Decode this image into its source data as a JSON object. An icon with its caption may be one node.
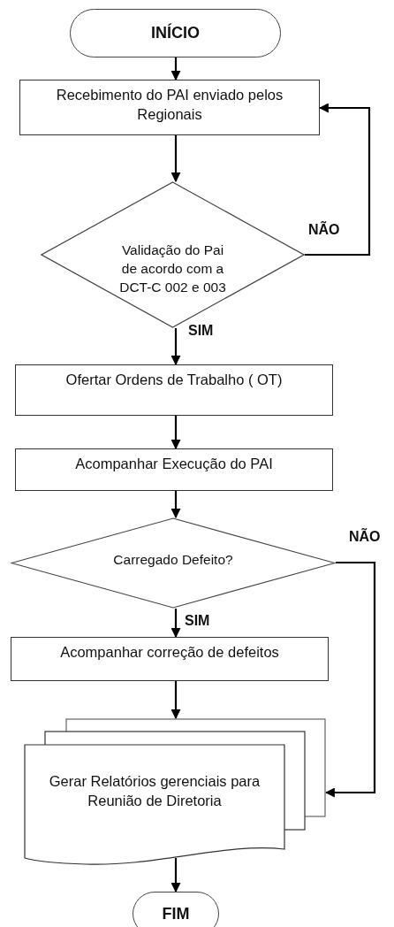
{
  "diagram": {
    "nodes": [
      {
        "text": [
          "INÍCIO"
        ]
      },
      {
        "text": [
          "Recebimento do PAI enviado pelos Regionais"
        ]
      },
      {
        "text": [
          "Validação do Pai de acordo com a DCT-C 002 e 003"
        ]
      },
      {
        "text": [
          "Ofertar Ordens de Trabalho ( OT)"
        ]
      },
      {
        "text": [
          "Acompanhar Execução do PAI"
        ]
      },
      {
        "text": [
          "Carregado Defeito?"
        ]
      },
      {
        "text": [
          "Acompanhar correção de defeitos"
        ]
      },
      {
        "text": [
          "Gerar Relatórios gerenciais para Reunião de Diretoria"
        ]
      },
      {
        "text": [
          "FIM"
        ]
      }
    ],
    "edges": [
      {
        "from": 0,
        "to": 1,
        "arrow": "to"
      },
      {
        "from": 1,
        "to": 2,
        "arrow": "to"
      },
      {
        "from": 2,
        "to": 1,
        "arrow": "to",
        "label": "NÃO"
      },
      {
        "from": 2,
        "to": 3,
        "arrow": "to",
        "label": "SIM"
      },
      {
        "from": 3,
        "to": 4,
        "arrow": "to"
      },
      {
        "from": 4,
        "to": 5,
        "arrow": "to"
      },
      {
        "from": 5,
        "to": 7,
        "arrow": "to",
        "label": "NÃO"
      },
      {
        "from": 5,
        "to": 6,
        "arrow": "to",
        "label": "SIM"
      },
      {
        "from": 6,
        "to": 7,
        "arrow": "to"
      },
      {
        "from": 7,
        "to": 8,
        "arrow": "to"
      }
    ]
  }
}
